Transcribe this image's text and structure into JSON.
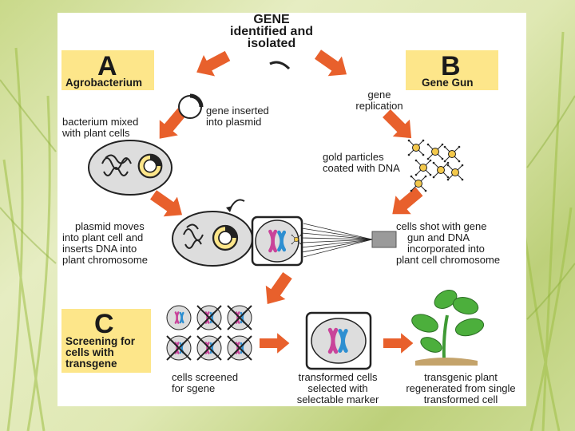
{
  "title": {
    "line1": "GENE",
    "line2": "identified and",
    "line3": "isolated"
  },
  "panelA": {
    "letter": "A",
    "label": "Agrobacterium"
  },
  "panelB": {
    "letter": "B",
    "label": "Gene Gun"
  },
  "panelC": {
    "letter": "C",
    "line1": "Screening for",
    "line2": "cells with",
    "line3": "transgene"
  },
  "captions": {
    "gene_inserted": {
      "l1": "gene inserted",
      "l2": "into   plasmid"
    },
    "gene_replication": {
      "l1": "gene",
      "l2": "replication"
    },
    "bacterium_mixed": {
      "l1": "bacterium mixed",
      "l2": "with plant cells"
    },
    "gold_particles": {
      "l1": "gold particles",
      "l2": "coated with DNA"
    },
    "plasmid_moves": {
      "l1": "plasmid moves",
      "l2": "into plant cell and",
      "l3": "inserts DNA into",
      "l4": "plant chromosome"
    },
    "cells_shot": {
      "l1": "cells shot with gene",
      "l2": "gun and DNA",
      "l3": "incorporated into",
      "l4": "plant cell chromosome"
    },
    "cells_screened": {
      "l1": "cells screened",
      "l2": "for        sgene"
    },
    "transformed_cells": {
      "l1": "transformed cells",
      "l2": "selected with",
      "l3": "selectable marker"
    },
    "transgenic_plant": {
      "l1": "transgenic plant",
      "l2": "regenerated from single",
      "l3": "transformed cell"
    }
  },
  "colors": {
    "arrow": "#e8602c",
    "yellow": "#fde68a",
    "cell_fill": "#dddddd",
    "chromosome_pink": "#c9449a",
    "chromosome_blue": "#2e8fd1",
    "plant_green": "#3f9a35",
    "gold": "#f3c84b"
  }
}
